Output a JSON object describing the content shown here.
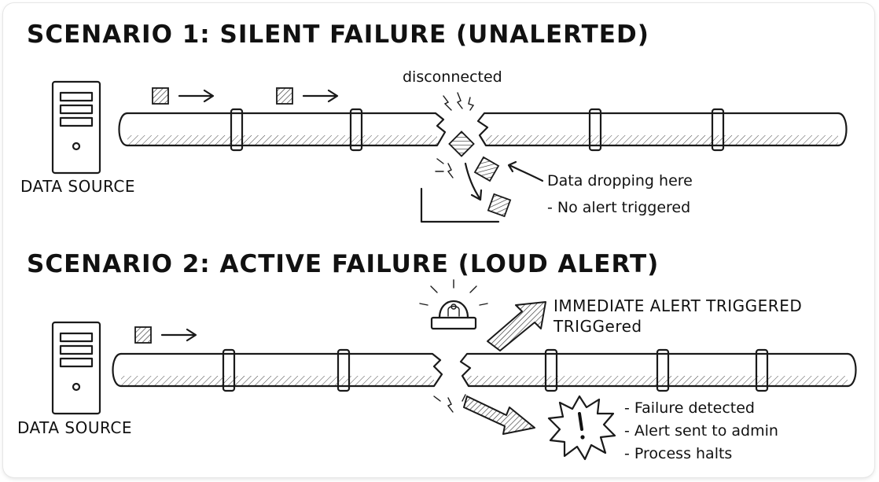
{
  "scenario1": {
    "title": "SCENARIO 1: SILENT FAILURE (UNALERTED)",
    "source_label": "DATA SOURCE",
    "break_label": "disconnected",
    "notes": [
      "Data dropping here",
      "- No alert triggered"
    ]
  },
  "scenario2": {
    "title": "SCENARIO 2: ACTIVE FAILURE (LOUD ALERT)",
    "source_label": "DATA SOURCE",
    "alert_lines": [
      "IMMEDIATE ALERT TRIGGERED",
      "TRIGGered"
    ],
    "notes": [
      "- Failure detected",
      "- Alert sent to admin",
      "- Process halts"
    ]
  },
  "icons": [
    "server-icon",
    "data-packet-icon",
    "arrow-icon",
    "siren-icon",
    "spark-icon",
    "explosion-icon",
    "pipe-icon"
  ]
}
